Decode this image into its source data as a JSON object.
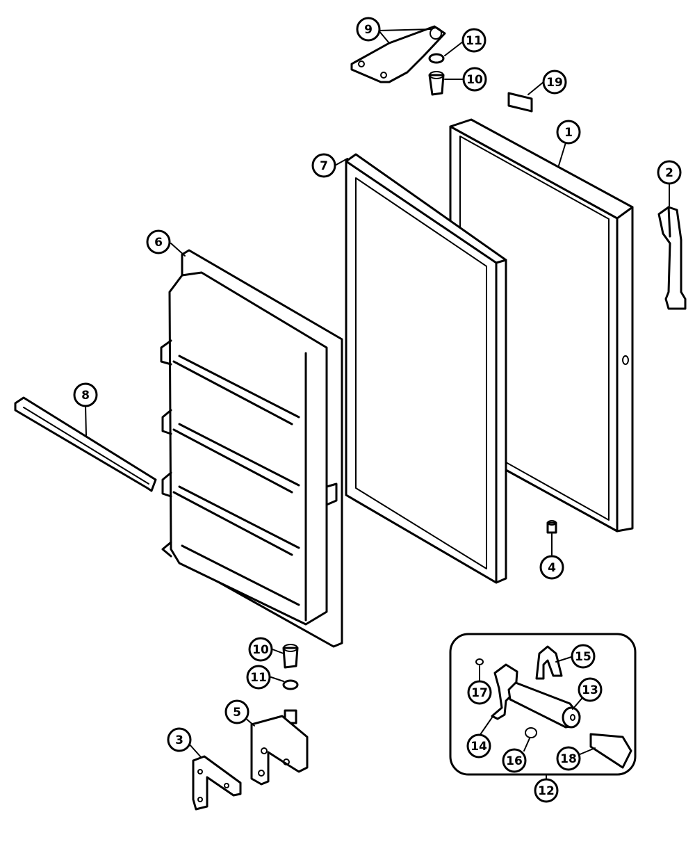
{
  "diagram": {
    "callouts": [
      {
        "id": "c9a",
        "label": "9"
      },
      {
        "id": "c11a",
        "label": "11"
      },
      {
        "id": "c10a",
        "label": "10"
      },
      {
        "id": "c19",
        "label": "19"
      },
      {
        "id": "c1",
        "label": "1"
      },
      {
        "id": "c2",
        "label": "2"
      },
      {
        "id": "c7",
        "label": "7"
      },
      {
        "id": "c6",
        "label": "6"
      },
      {
        "id": "c8",
        "label": "8"
      },
      {
        "id": "c4",
        "label": "4"
      },
      {
        "id": "c10b",
        "label": "10"
      },
      {
        "id": "c11b",
        "label": "11"
      },
      {
        "id": "c5",
        "label": "5"
      },
      {
        "id": "c3",
        "label": "3"
      },
      {
        "id": "c15",
        "label": "15"
      },
      {
        "id": "c17",
        "label": "17"
      },
      {
        "id": "c13",
        "label": "13"
      },
      {
        "id": "c14",
        "label": "14"
      },
      {
        "id": "c16",
        "label": "16"
      },
      {
        "id": "c18",
        "label": "18"
      },
      {
        "id": "c12",
        "label": "12"
      }
    ]
  }
}
